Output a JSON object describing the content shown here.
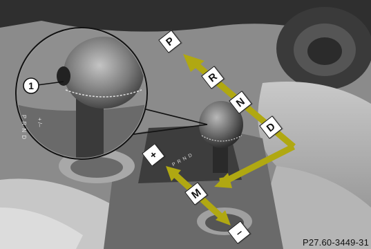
{
  "gear_labels": {
    "park": "P",
    "reverse": "R",
    "neutral": "N",
    "drive": "D",
    "plus": "+",
    "manual": "M",
    "minus": "–"
  },
  "inset": {
    "callout_number": "1",
    "gate_label": "P R N D",
    "gate_plus_minus": "+ /–"
  },
  "console_gate_label": "P R N D",
  "figure_code": "P27.60-3449-31",
  "colors": {
    "arrow": "#b0a812",
    "background": "#8d8d8d"
  }
}
